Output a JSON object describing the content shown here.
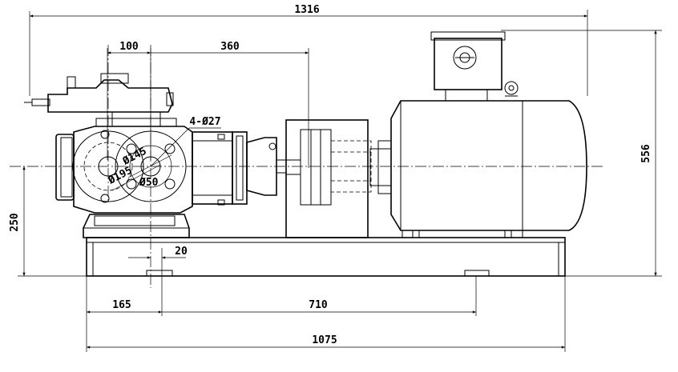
{
  "dimensions": {
    "overall_length": "1316",
    "bore_offset": "100",
    "shaft_offset": "360",
    "bolt_holes": "4-Ø27",
    "bolt_circle_dia": "Ø145",
    "flange_dia": "Ø195",
    "bore_dia": "Ø50",
    "centre_height": "250",
    "overall_height": "556",
    "foot_offset": "20",
    "mount_start": "165",
    "mount_spacing": "710",
    "base_length": "1075"
  }
}
